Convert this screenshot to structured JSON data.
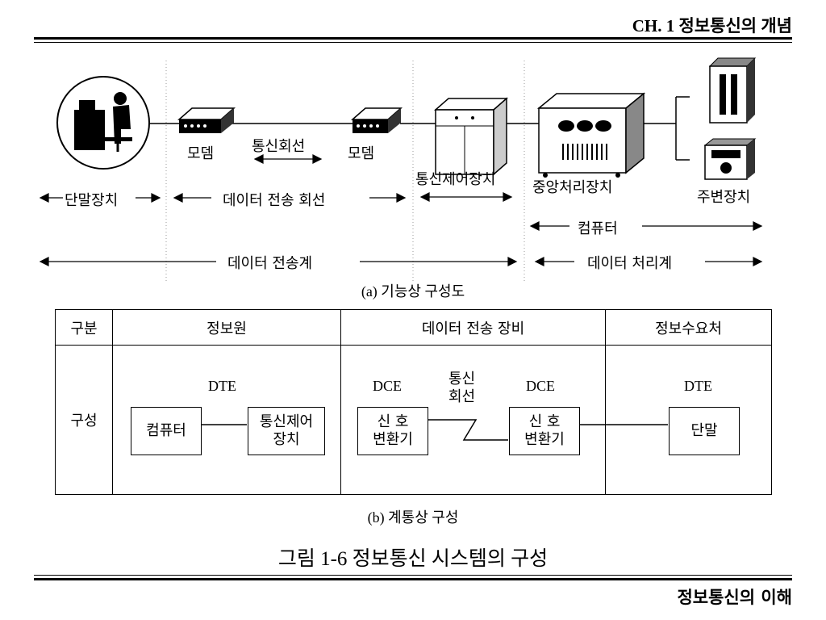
{
  "header": {
    "chapter_title": "CH. 1 정보통신의 개념"
  },
  "footer": {
    "book_title": "정보통신의 이해"
  },
  "figure": {
    "caption": "그림 1-6 정보통신 시스템의 구성"
  },
  "functional": {
    "caption": "(a) 기능상 구성도",
    "labels": {
      "modem_left": "모뎀",
      "line": "통신회선",
      "modem_right": "모뎀",
      "comm_controller": "통신제어장치",
      "cpu": "중앙처리장치",
      "peripheral": "주변장치",
      "terminal": "단말장치",
      "data_line": "데이터 전송 회선",
      "computer": "컴퓨터",
      "transmission_system": "데이터 전송계",
      "processing_system": "데이터 처리계"
    }
  },
  "logical": {
    "caption": "(b) 계통상 구성",
    "headers": [
      "구분",
      "정보원",
      "데이터 전송 장비",
      "정보수요처"
    ],
    "row_label": "구성",
    "nodes": {
      "computer": "컴퓨터",
      "comm_controller": "통신제어\n장치",
      "signal_left": "신 호\n변환기",
      "signal_right": "신 호\n변환기",
      "terminal": "단말"
    },
    "tags": {
      "dte_left": "DTE",
      "dce_left": "DCE",
      "line": "통신\n회선",
      "dce_right": "DCE",
      "dte_right": "DTE"
    }
  }
}
